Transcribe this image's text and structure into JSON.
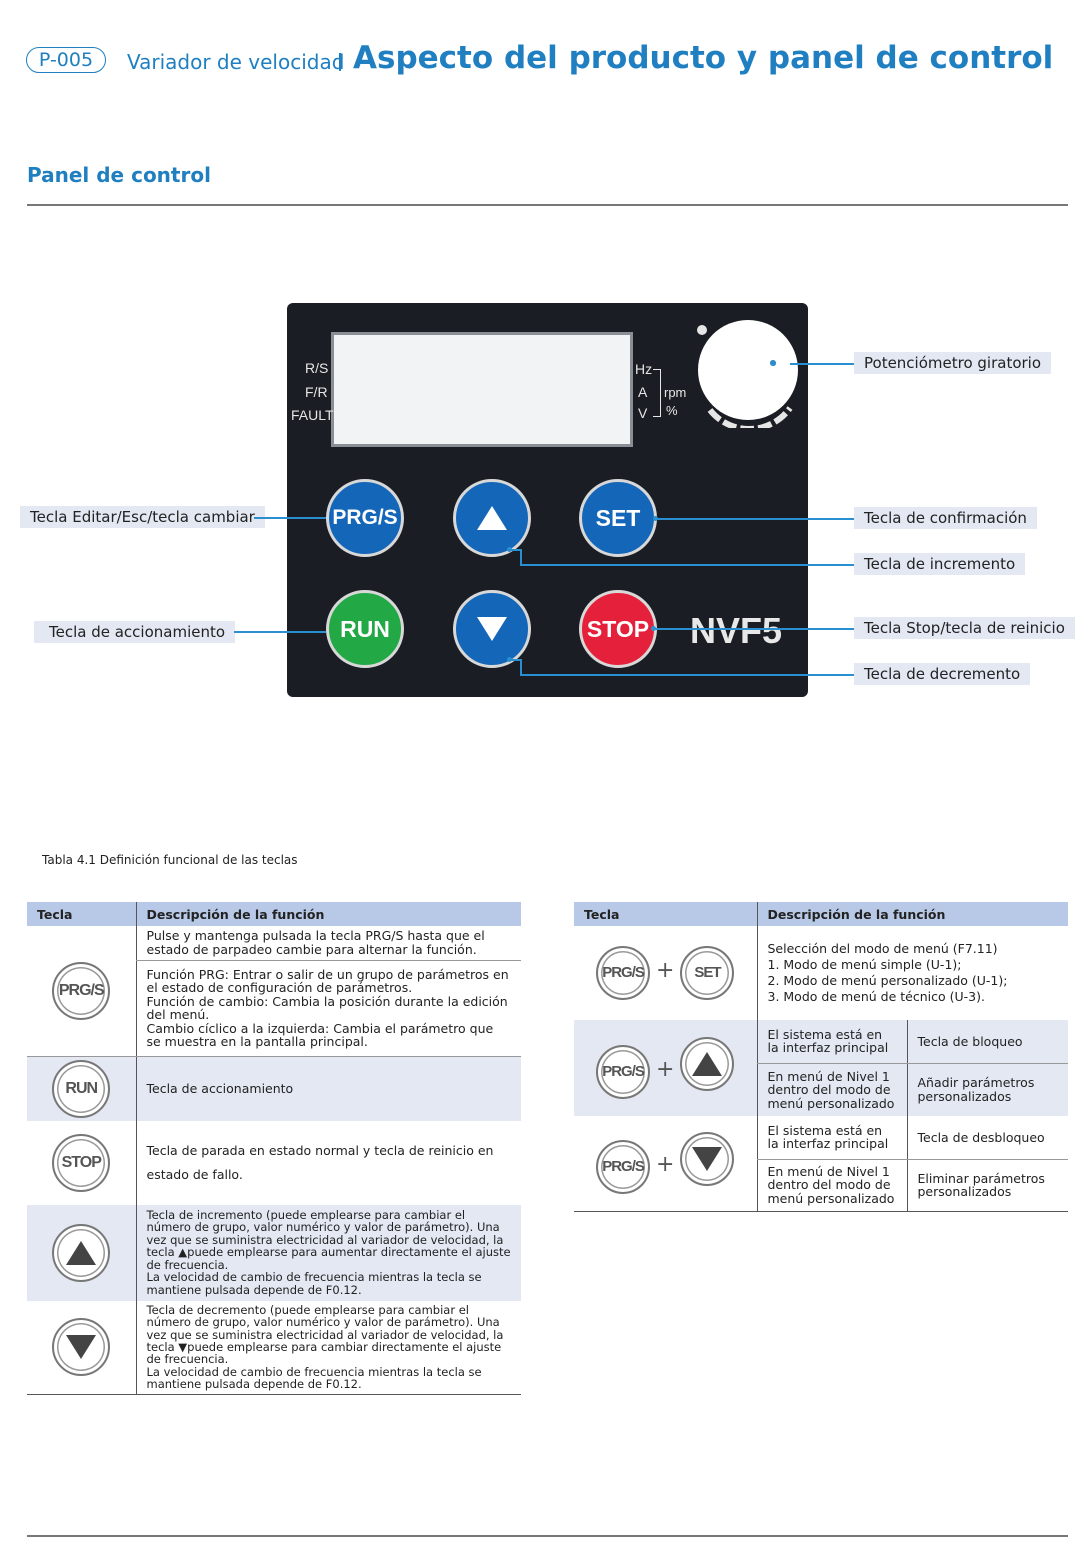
{
  "header": {
    "page_badge": "P-005",
    "subtitle": "Variador de velocidad",
    "title": "Aspecto del producto y panel de control"
  },
  "section": {
    "title": "Panel de control"
  },
  "panel": {
    "indicators_left": [
      "R/S",
      "F/R",
      "FAULT"
    ],
    "indicators_right": [
      "Hz",
      "A",
      "V"
    ],
    "units_right": [
      "rpm",
      "%"
    ],
    "buttons": {
      "prg": "PRG/S",
      "up": "▲",
      "set": "SET",
      "run": "RUN",
      "down": "▼",
      "stop": "STOP"
    },
    "brand": "NVF5",
    "colors": {
      "blue": "#1466b8",
      "green": "#22a844",
      "red": "#e5203a",
      "panel": "#1a1d23"
    }
  },
  "callouts": {
    "potentiometer": "Potenciómetro giratorio",
    "prg": "Tecla Editar/Esc/tecla cambiar",
    "set": "Tecla de confirmación",
    "up": "Tecla de incremento",
    "run": "Tecla de accionamiento",
    "stop": "Tecla Stop/tecla de reinicio",
    "down": "Tecla de decremento"
  },
  "table_caption": "Tabla 4.1 Definición funcional de las teclas",
  "table_left": {
    "headers": [
      "Tecla",
      "Descripción de la función"
    ],
    "rows": [
      {
        "key": "PRG/S",
        "desc": [
          "Pulse y mantenga pulsada la tecla PRG/S hasta que el estado de parpadeo cambie para alternar la función.",
          "Función PRG: Entrar o salir de un grupo de parámetros en el estado de configuración de parámetros.\nFunción de cambio: Cambia la posición durante la edición del menú.\nCambio cíclico a la izquierda: Cambia el parámetro que se muestra en la pantalla principal."
        ]
      },
      {
        "key": "RUN",
        "desc": [
          "Tecla de accionamiento"
        ]
      },
      {
        "key": "STOP",
        "desc": [
          "Tecla de parada en estado normal y tecla de reinicio en estado de fallo."
        ]
      },
      {
        "key": "up",
        "desc": [
          "Tecla de incremento (puede emplearse para cambiar el número de grupo, valor numérico y valor de parámetro). Una vez que se suministra electricidad al variador de velocidad, la tecla ▲puede emplearse para aumentar directamente el ajuste de frecuencia.\nLa velocidad de cambio de frecuencia mientras la tecla se mantiene pulsada depende de F0.12."
        ]
      },
      {
        "key": "down",
        "desc": [
          "Tecla de decremento (puede emplearse para cambiar el número de grupo, valor numérico y valor de parámetro). Una vez que se suministra electricidad al variador de velocidad, la tecla ▼puede emplearse para cambiar directamente el ajuste de frecuencia.\nLa velocidad de cambio de frecuencia mientras la tecla se mantiene pulsada depende de F0.12."
        ]
      }
    ]
  },
  "table_right": {
    "headers": [
      "Tecla",
      "Descripción de la función"
    ],
    "row1": {
      "keys": [
        "PRG/S",
        "SET"
      ],
      "desc": "Selección del modo de menú (F7.11)\n1. Modo de menú simple (U-1);\n2. Modo de menú personalizado (U-1);\n3. Modo de menú de técnico (U-3)."
    },
    "row2": {
      "keys": [
        "PRG/S",
        "up"
      ],
      "sub": [
        {
          "cond": "El sistema está en la interfaz principal",
          "action": "Tecla de bloqueo"
        },
        {
          "cond": "En menú de Nivel 1 dentro del modo de menú personalizado",
          "action": "Añadir parámetros personalizados"
        }
      ]
    },
    "row3": {
      "keys": [
        "PRG/S",
        "down"
      ],
      "sub": [
        {
          "cond": "El sistema está en la interfaz principal",
          "action": "Tecla de desbloqueo"
        },
        {
          "cond": "En menú de Nivel 1 dentro del modo de menú personalizado",
          "action": "Eliminar parámetros personalizados"
        }
      ]
    },
    "plus": "+"
  }
}
